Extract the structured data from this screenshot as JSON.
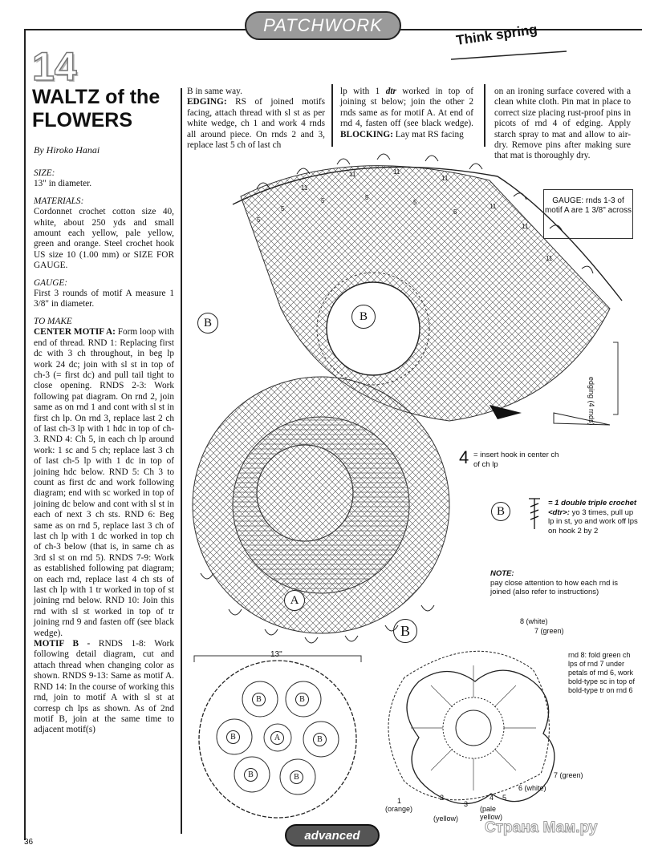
{
  "header": {
    "section_tab": "PATCHWORK",
    "tagline": "Think spring"
  },
  "pattern": {
    "number": "14",
    "title_line1": "WALTZ of the",
    "title_line2": "FLOWERS",
    "byline": "By Hiroko Hanai"
  },
  "col1": {
    "size_head": "SIZE:",
    "size_text": "13\" in diameter.",
    "materials_head": "MATERIALS:",
    "materials_text": "Cordonnet crochet cotton size 40, white, about 250 yds and small amount each yellow, pale yellow, green and orange. Steel crochet hook US size 10 (1.00 mm) or SIZE FOR GAUGE.",
    "gauge_head": "GAUGE:",
    "gauge_text": "First 3 rounds of motif A measure 1 3/8\" in diameter.",
    "tomake_head": "TO MAKE",
    "motifA_lead": "CENTER MOTIF A:",
    "motifA_text": " Form loop with end of thread. RND 1: Replacing first dc with 3 ch throughout, in beg lp work 24 dc; join with sl st in top of ch-3 (= first dc) and pull tail tight to close opening. RNDS 2-3: Work following pat diagram. On rnd 2, join same as on rnd 1 and cont with sl st in first ch lp. On rnd 3, replace last 2 ch of last ch-3 lp with 1 hdc in top of ch-3. RND 4: Ch 5, in each ch lp around work: 1 sc and 5 ch; replace last 3 ch of last ch-5 lp with 1 dc in top of joining hdc below. RND 5: Ch 3 to count as first dc and work following diagram; end with sc worked in top of joining dc below and cont with sl st in each of next 3 ch sts. RND 6: Beg same as on rnd 5, replace last 3 ch of last ch lp with 1 dc worked in top ch of ch-3 below (that is, in same ch as 3rd sl st on rnd 5). RNDS 7-9: Work as established following pat diagram; on each rnd, replace last 4 ch sts of last ch lp with 1 tr worked in top of st joining rnd below. RND 10: Join this rnd with sl st worked in top of tr joining rnd 9 and fasten off (see black wedge).",
    "motifB_lead": "MOTIF B - ",
    "motifB_text": "RNDS 1-8: Work following detail diagram, cut and attach thread when changing color as shown. RNDS 9-13: Same as motif A. RND 14: In the course of working this rnd, join to motif A with sl st at corresp ch lps as shown. As of 2nd motif B, join at the same time to adjacent motif(s)"
  },
  "col2": {
    "cont_text": "B in same way.",
    "edging_lead": "EDGING:",
    "edging_text": " RS of joined motifs facing, attach thread with sl st as per white wedge, ch 1 and work 4 rnds all around piece. On rnds 2 and 3, replace last 5 ch of last ch"
  },
  "col3": {
    "text_a": "lp with 1 ",
    "dtr": "dtr",
    "text_b": " worked in top of joining st below; join the other 2 rnds same as for motif A. At end of rnd 4, fasten off (see black wedge).",
    "blocking_lead": "BLOCKING:",
    "blocking_text": " Lay mat RS facing"
  },
  "col4": {
    "text": "on an ironing surface covered with a clean white cloth. Pin mat in place to correct size placing rust-proof pins in picots of rnd 4 of edging. Apply starch spray to mat and allow to air-dry. Remove pins after making sure that mat is thoroughly dry."
  },
  "diagram": {
    "gauge_box": "GAUGE: rnds 1-3 of motif A are 1 3/8\" across",
    "edging_label": "edging (4 rnds)",
    "motif_b": "B",
    "motif_a": "A",
    "chain_counts": [
      "11",
      "11",
      "11",
      "11",
      "5",
      "5",
      "5",
      "5",
      "5",
      "5",
      "11",
      "11",
      "11"
    ],
    "insert_hook_symbol": "4",
    "insert_hook_note": "= insert hook in center ch of ch lp",
    "dtr_symbol_note_lead": "= 1 double triple crochet <dtr>:",
    "dtr_symbol_note": " yo 3 times, pull up lp in st, yo and work off lps on hook 2 by 2",
    "note_head": "NOTE:",
    "note_text": "pay close attention to how each rnd is joined (also refer to instructions)",
    "overview_size": "13\"",
    "overview_labels": [
      "B",
      "B",
      "B",
      "B",
      "B",
      "B",
      "A"
    ],
    "detail_labels": {
      "r8": "8 (white)",
      "r7_top": "7 (green)",
      "r7_bottom": "7 (green)",
      "r6": "6 (white)",
      "r1": "1",
      "r1_color": "(orange)",
      "r2": "2",
      "r3": "3",
      "r3_color": "(yellow)",
      "r4": "4",
      "r5": "5",
      "pale": "(pale",
      "pale2": "yellow)",
      "rnd8_note": "rnd 8: fold green ch lps of rnd 7 under petals of rnd 6, work bold-type sc in top of bold-type tr on rnd 6"
    }
  },
  "footer": {
    "page_number": "36",
    "level_badge": "advanced",
    "watermark": "Страна Мам.ру"
  }
}
